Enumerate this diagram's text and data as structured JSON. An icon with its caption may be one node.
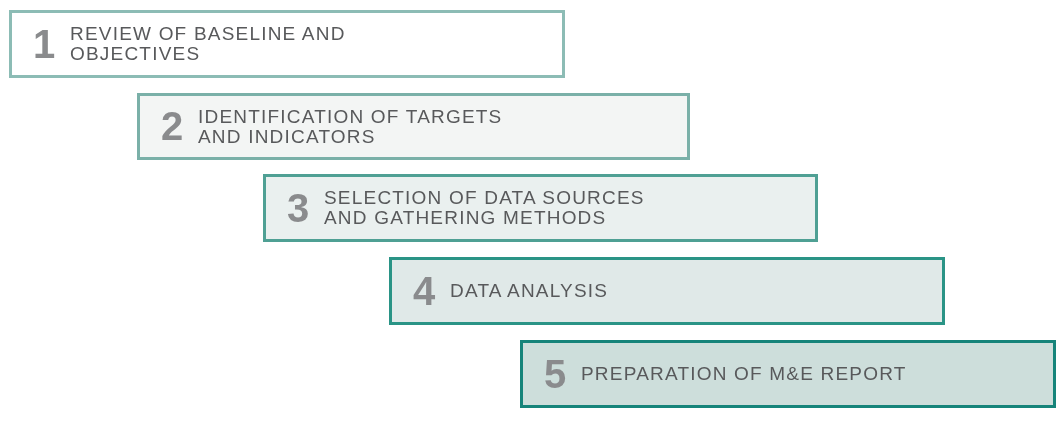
{
  "diagram": {
    "nodes": [
      {
        "text": [
          "1",
          "REVIEW OF BASELINE AND OBJECTIVES"
        ]
      },
      {
        "text": [
          "2",
          "IDENTIFICATION OF TARGETS AND INDICATORS"
        ]
      },
      {
        "text": [
          "3",
          "SELECTION OF DATA SOURCES AND GATHERING METHODS"
        ]
      },
      {
        "text": [
          "4",
          "DATA ANALYSIS"
        ]
      },
      {
        "text": [
          "5",
          "PREPARATION OF M&E REPORT"
        ]
      }
    ]
  }
}
